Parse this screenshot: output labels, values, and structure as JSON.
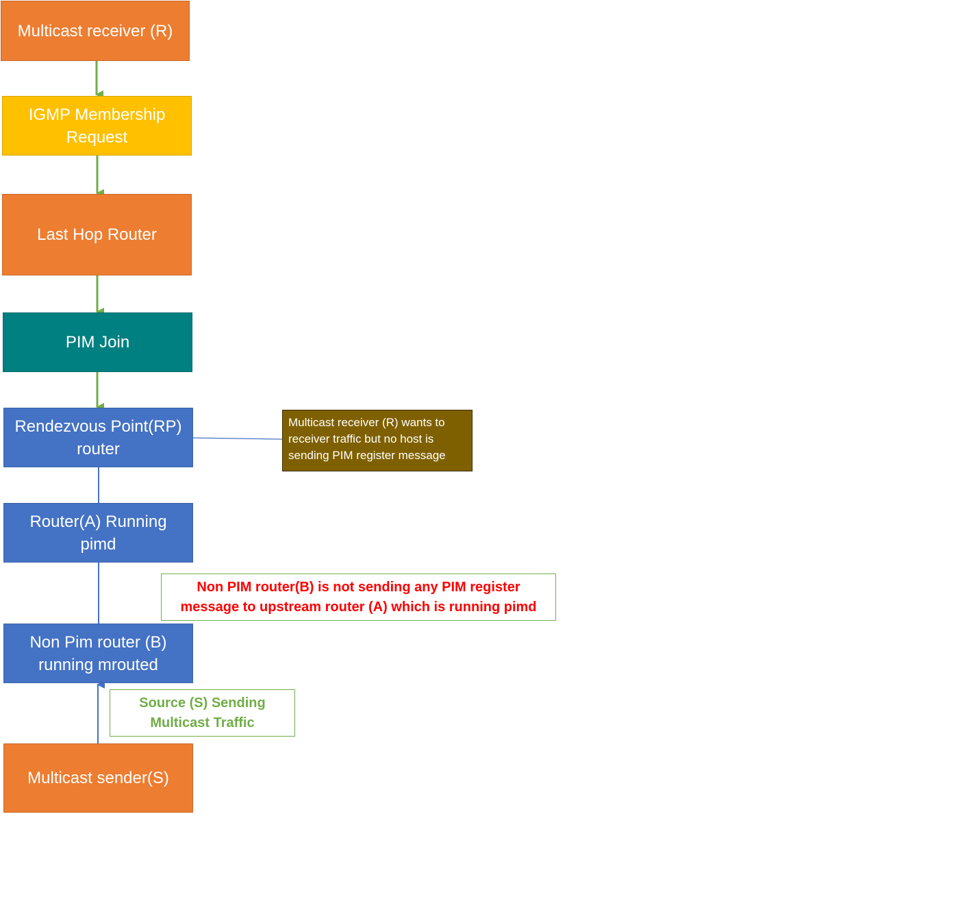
{
  "nodes": {
    "receiver": "Multicast receiver (R)",
    "igmp": "IGMP Membership Request",
    "last_hop": "Last Hop Router",
    "pim_join": "PIM Join",
    "rp_router": "Rendezvous Point(RP) router",
    "router_a": "Router(A) Running pimd",
    "router_b": "Non Pim router (B) running mrouted",
    "sender": "Multicast sender(S)"
  },
  "notes": {
    "rp_note": "Multicast receiver (R) wants  to receiver traffic but no host is sending PIM register message",
    "b_note": "Non PIM router(B) is not sending any PIM register message to upstream router (A) which is running pimd",
    "source_note": "Source (S) Sending Multicast Traffic"
  },
  "colors": {
    "orange": "#ED7D31",
    "yellow": "#FFC000",
    "teal": "#008080",
    "blue": "#4472C4",
    "brown": "#7F6000",
    "green_arrow": "#70AD47",
    "blue_line": "#4472C4",
    "red": "#FF0000"
  }
}
